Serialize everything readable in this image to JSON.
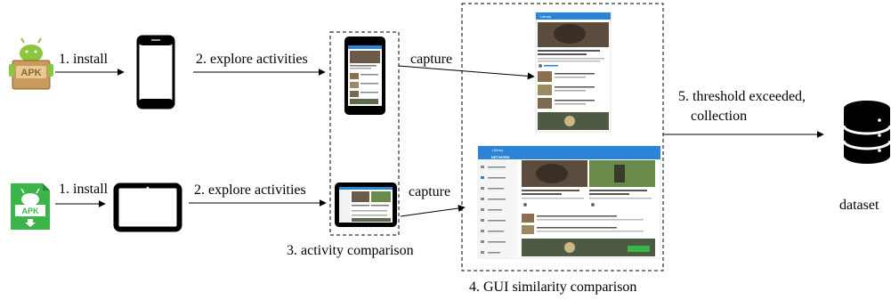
{
  "labels": {
    "install_top": "1. install",
    "install_bottom": "1. install",
    "explore_top": "2. explore activities",
    "explore_bottom": "2. explore activities",
    "capture_top": "capture",
    "capture_bottom": "capture",
    "activity_comparison": "3. activity comparison",
    "gui_similarity": "4. GUI similarity comparison",
    "threshold_line1": "5. threshold exceeded,",
    "threshold_line2": "collection",
    "dataset": "dataset"
  },
  "icons": {
    "apk_top": "android-apk-box-icon",
    "apk_bottom": "android-apk-download-icon",
    "phone": "smartphone-icon",
    "tablet": "tablet-icon",
    "database": "database-icon"
  },
  "colors": {
    "android_green": "#8cc63f",
    "apk_box": "#c99a5c",
    "app_blue": "#2b84d6",
    "android_dark_green": "#3bb54a"
  }
}
